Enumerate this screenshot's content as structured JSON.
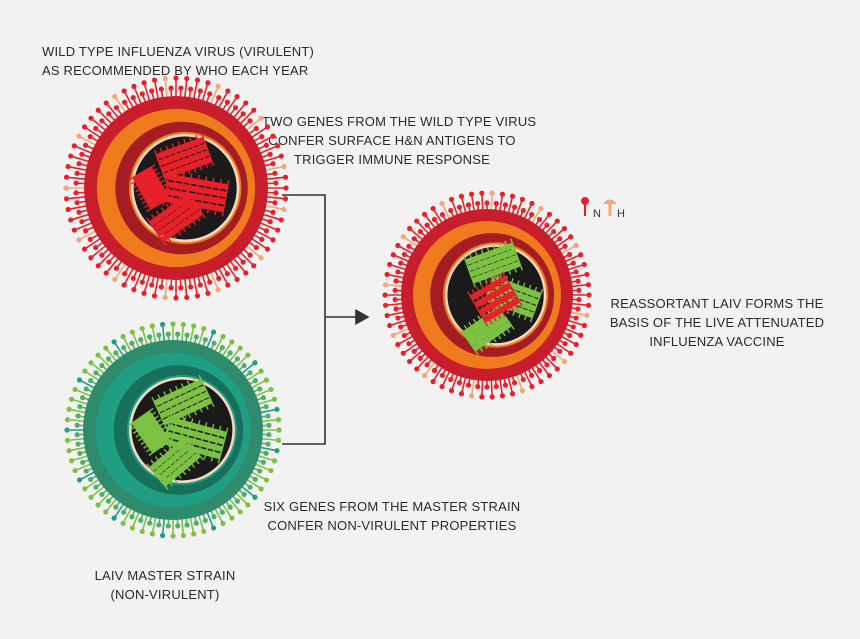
{
  "labels": {
    "wild_type": [
      "WILD TYPE INFLUENZA VIRUS (VIRULENT)",
      "AS RECOMMENDED BY WHO  EACH YEAR"
    ],
    "two_genes": [
      "TWO GENES FROM THE WILD TYPE VIRUS",
      "CONFER SURFACE H&N ANTIGENS TO",
      "TRIGGER IMMUNE RESPONSE"
    ],
    "reassortant": [
      "REASSORTANT LAIV FORMS THE",
      "BASIS OF THE LIVE ATTENUATED",
      "INFLUENZA VACCINE"
    ],
    "six_genes": [
      "SIX GENES FROM THE MASTER STRAIN",
      "CONFER NON-VIRULENT PROPERTIES"
    ],
    "master_strain": [
      "LAIV MASTER STRAIN",
      "(NON-VIRULENT)"
    ]
  },
  "legend": {
    "n_label": "N",
    "h_label": "H"
  },
  "colors": {
    "red_spike": "#e8202a",
    "red_outer": "#c81e2b",
    "orange_layer": "#f07a1e",
    "dark_red_layer": "#a51d22",
    "green_spike": "#7cc142",
    "teal_layer": "#1f9e84",
    "dark_green_layer": "#17705c",
    "inner_core": "#1a1a1a",
    "peach_spike": "#f3a67a",
    "arrow": "#333333"
  }
}
